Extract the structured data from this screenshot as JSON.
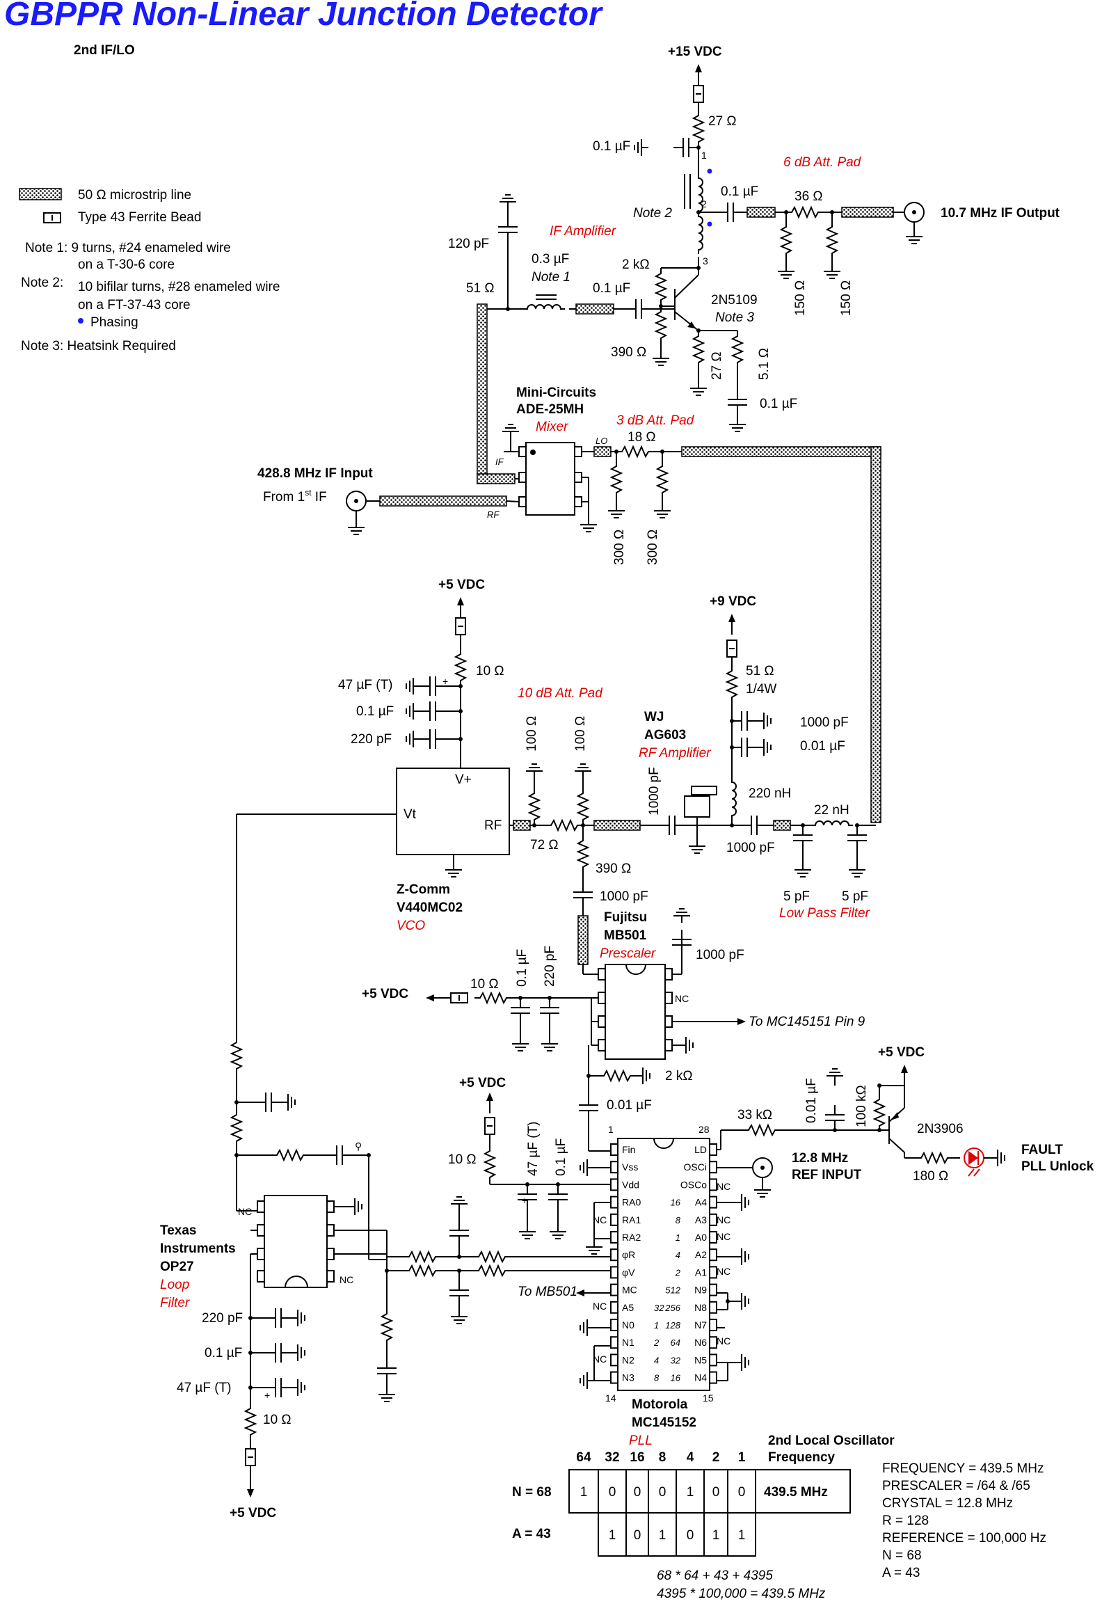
{
  "title": "GBPPR Non-Linear Junction Detector",
  "section": "2nd IF/LO",
  "legend": {
    "microstrip": "50 Ω microstrip line",
    "ferrite": "Type 43 Ferrite Bead",
    "note1a": "Note 1: 9 turns, #24 enameled wire",
    "note1b": "on a T-30-6 core",
    "note2a": "Note 2:",
    "note2b": "10 bifilar turns, #28 enameled wire",
    "note2c": "on a FT-37-43 core",
    "note2d": "Phasing",
    "note3": "Note 3: Heatsink Required"
  },
  "if_amp": {
    "supply": "+15 VDC",
    "r27": "27 Ω",
    "c01": "0.1 µF",
    "pad_title": "6 dB Att. Pad",
    "c01b": "0.1 µF",
    "r36": "36 Ω",
    "r150a": "150 Ω",
    "r150b": "150 Ω",
    "output": "10.7 MHz IF Output",
    "note2": "Note 2",
    "title": "IF Amplifier",
    "c120": "120 pF",
    "c03": "0.3 µF",
    "note1": "Note 1",
    "r2k": "2 kΩ",
    "r51": "51 Ω",
    "c01c": "0.1 µF",
    "q": "2N5109",
    "note3": "Note 3",
    "r390": "390 Ω",
    "r27e": "27 Ω",
    "r51e": "5.1 Ω",
    "c01e": "0.1 µF",
    "pin1": "1",
    "pin2": "2",
    "pin3": "3"
  },
  "mixer": {
    "name1": "Mini-Circuits",
    "name2": "ADE-25MH",
    "role": "Mixer",
    "pad": "3 dB Att. Pad",
    "r18": "18 Ω",
    "lo": "LO",
    "if": "IF",
    "rf": "RF",
    "r300a": "300 Ω",
    "r300b": "300 Ω",
    "input": "428.8 MHz IF Input",
    "from": "From 1",
    "from_sup": "st",
    "from_end": " IF"
  },
  "vco": {
    "supply": "+5 VDC",
    "r10": "10 Ω",
    "c47": "47 µF (T)",
    "c01": "0.1 µF",
    "c220": "220 pF",
    "vplus": "V+",
    "vt": "Vt",
    "rf": "RF",
    "name1": "Z-Comm",
    "name2": "V440MC02",
    "role": "VCO",
    "pad": "10 dB Att. Pad",
    "r100a": "100 Ω",
    "r100b": "100 Ω",
    "r72": "72 Ω",
    "r390": "390 Ω",
    "c1000": "1000 pF"
  },
  "rf_amp": {
    "supply": "+9 VDC",
    "r51": "51 Ω",
    "r51w": "1/4W",
    "c1000": "1000 pF",
    "c001": "0.01 µF",
    "name1": "WJ",
    "name2": "AG603",
    "role": "RF Amplifier",
    "l220": "220 nH",
    "cin": "1000 pF",
    "cout": "1000 pF",
    "l22": "22 nH",
    "c5a": "5 pF",
    "c5b": "5 pF",
    "lpf": "Low Pass Filter"
  },
  "prescaler": {
    "name1": "Fujitsu",
    "name2": "MB501",
    "role": "Prescaler",
    "c1000": "1000 pF",
    "supply": "+5 VDC",
    "r10": "10 Ω",
    "c01": "0.1 µF",
    "c220": "220 pF",
    "nc": "NC",
    "to": "To MC145151 Pin 9",
    "r2k": "2 kΩ",
    "c001": "0.01 µF"
  },
  "pll": {
    "supply": "+5 VDC",
    "r10": "10 Ω",
    "c47": "47 µF (T)",
    "c01": "0.1 µF",
    "pin1": "1",
    "pin28": "28",
    "pin14": "14",
    "pin15": "15",
    "left_pins": [
      "Fin",
      "Vss",
      "Vdd",
      "RA0",
      "RA1",
      "RA2",
      "φR",
      "φV",
      "MC",
      "A5",
      "N0",
      "N1",
      "N2",
      "N3"
    ],
    "left_wts": [
      "",
      "",
      "",
      "",
      "",
      "",
      "",
      "",
      "",
      "32",
      "1",
      "2",
      "4",
      "8"
    ],
    "right_pins": [
      "LD",
      "OSCi",
      "OSCo",
      "A4",
      "A3",
      "A0",
      "A2",
      "A1",
      "N9",
      "N8",
      "N7",
      "N6",
      "N5",
      "N4"
    ],
    "right_wts": [
      "",
      "",
      "",
      "16",
      "8",
      "1",
      "4",
      "2",
      "512",
      "256",
      "128",
      "64",
      "32",
      "16"
    ],
    "name1": "Motorola",
    "name2": "MC145152",
    "role": "PLL",
    "ref1": "12.8 MHz",
    "ref2": "REF INPUT",
    "to_mb501": "To MB501",
    "nc": "NC"
  },
  "fault": {
    "supply": "+5 VDC",
    "r33k": "33 kΩ",
    "c001": "0.01 µF",
    "r100k": "100 kΩ",
    "q": "2N3906",
    "r180": "180 Ω",
    "label1": "FAULT",
    "label2": "PLL Unlock"
  },
  "loop_filter": {
    "name1": "Texas",
    "name2": "Instruments",
    "name3": "OP27",
    "role1": "Loop",
    "role2": "Filter",
    "c220": "220 pF",
    "c01": "0.1 µF",
    "c47": "47 µF (T)",
    "r10": "10 Ω",
    "supply": "+5 VDC",
    "nc": "NC"
  },
  "table": {
    "title1": "2nd Local Oscillator",
    "title2": "Frequency",
    "headers": [
      "64",
      "32",
      "16",
      "8",
      "4",
      "2",
      "1"
    ],
    "n_label": "N = 68",
    "n_bits": [
      "1",
      "0",
      "0",
      "0",
      "1",
      "0",
      "0"
    ],
    "n_freq": "439.5 MHz",
    "a_label": "A = 43",
    "a_bits": [
      "1",
      "0",
      "1",
      "0",
      "1",
      "1"
    ],
    "calc1": "68 * 64 + 43 + 4395",
    "calc2": "4395 * 100,000 = 439.5 MHz"
  },
  "summary": [
    "FREQUENCY = 439.5 MHz",
    "PRESCALER = /64 & /65",
    "CRYSTAL = 12.8 MHz",
    "R = 128",
    "REFERENCE = 100,000 Hz",
    "N = 68",
    "A = 43"
  ]
}
